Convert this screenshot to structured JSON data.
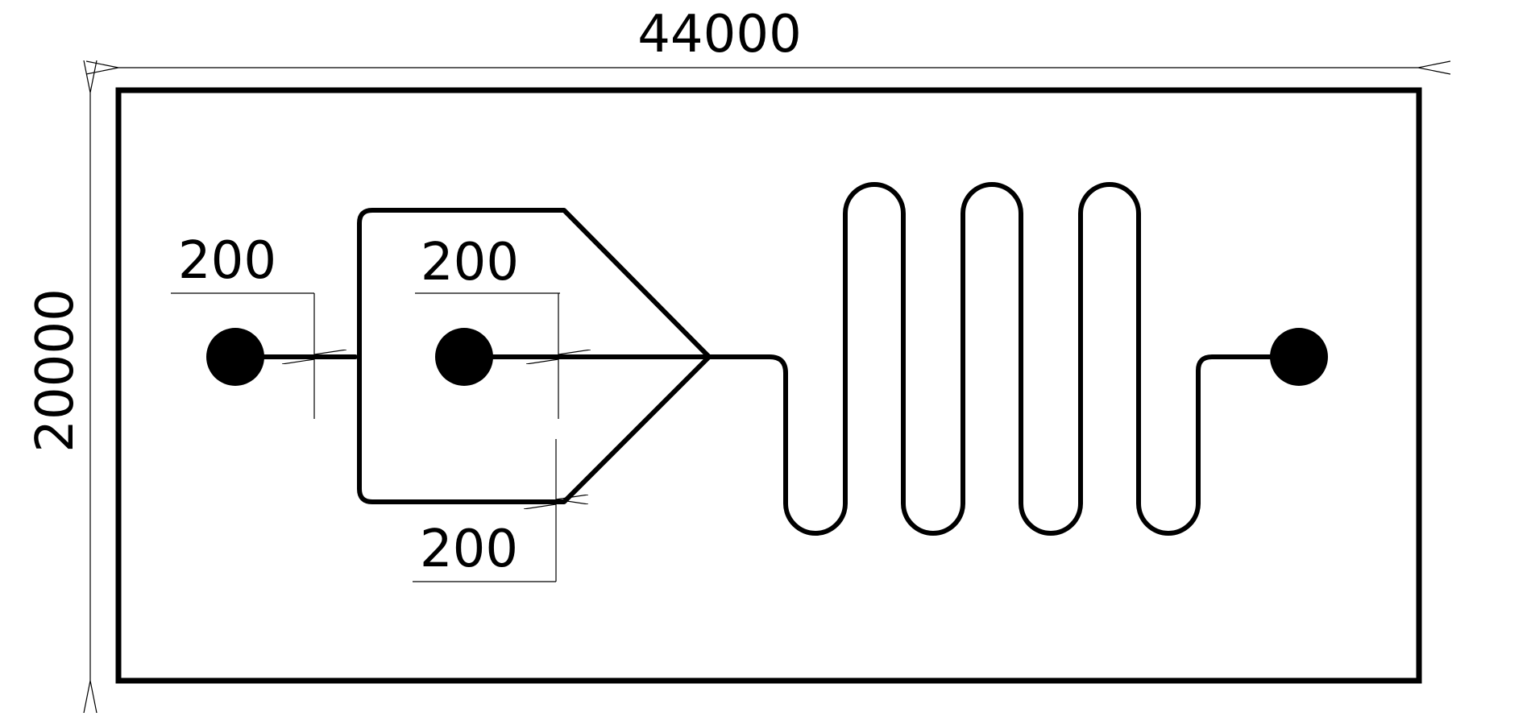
{
  "dimensions": {
    "overall_width": "44000",
    "overall_height": "20000",
    "inlet_channel_width": "200",
    "center_channel_width": "200",
    "lower_channel_width": "200"
  },
  "ports": [
    "inlet-port-left",
    "inlet-port-center",
    "outlet-port-right"
  ],
  "colors": {
    "line": "#000000",
    "background": "#ffffff"
  }
}
